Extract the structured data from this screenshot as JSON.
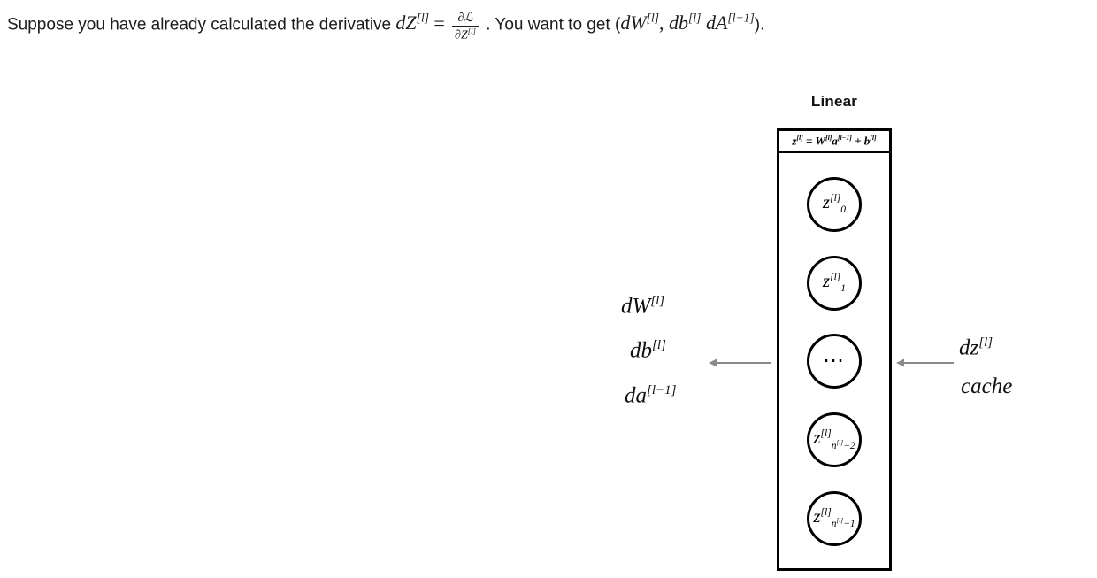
{
  "prompt": {
    "part1": "Suppose you have already calculated the derivative",
    "dz_symbol": "dZ",
    "dz_sup": "[l]",
    "equals": "=",
    "frac_num": "∂ℒ",
    "frac_den_base": "∂Z",
    "frac_den_sup": "[l]",
    "part2": ". You want to get (",
    "want_dW": "dW",
    "want_dW_sup": "[l]",
    "comma": ", ",
    "want_db": "db",
    "want_db_sup": "[l]",
    "space": " ",
    "want_dA": "dA",
    "want_dA_sup": "[l−1]",
    "part3": ")."
  },
  "diagram": {
    "title": "Linear",
    "formula": {
      "z": "z",
      "z_sup": "[l]",
      "eq": " = ",
      "W": "W",
      "W_sup": "[l]",
      "a": "a",
      "a_sup": "[l−1]",
      "plus": " + ",
      "b": "b",
      "b_sup": "[l]"
    },
    "nodes": [
      {
        "base": "z",
        "sup": "[l]",
        "sub": "0",
        "sub_sup": "",
        "sub_tail": "",
        "is_ellipsis": false
      },
      {
        "base": "z",
        "sup": "[l]",
        "sub": "1",
        "sub_sup": "",
        "sub_tail": "",
        "is_ellipsis": false
      },
      {
        "base": "",
        "sup": "",
        "sub": "",
        "sub_sup": "",
        "sub_tail": "",
        "is_ellipsis": true,
        "text": "⋯"
      },
      {
        "base": "z",
        "sup": "[l]",
        "sub": "n",
        "sub_sup": "[l]",
        "sub_tail": "−2",
        "is_ellipsis": false
      },
      {
        "base": "z",
        "sup": "[l]",
        "sub": "n",
        "sub_sup": "[l]",
        "sub_tail": "−1",
        "is_ellipsis": false
      }
    ],
    "outputs": [
      {
        "base": "dW",
        "sup": "[l]"
      },
      {
        "base": "db",
        "sup": "[l]"
      },
      {
        "base": "da",
        "sup": "[l−1]"
      }
    ],
    "inputs": [
      {
        "base": "dz",
        "sup": "[l]"
      },
      {
        "base": "cache",
        "sup": ""
      }
    ],
    "arrow_color": "#8a8a8a"
  }
}
